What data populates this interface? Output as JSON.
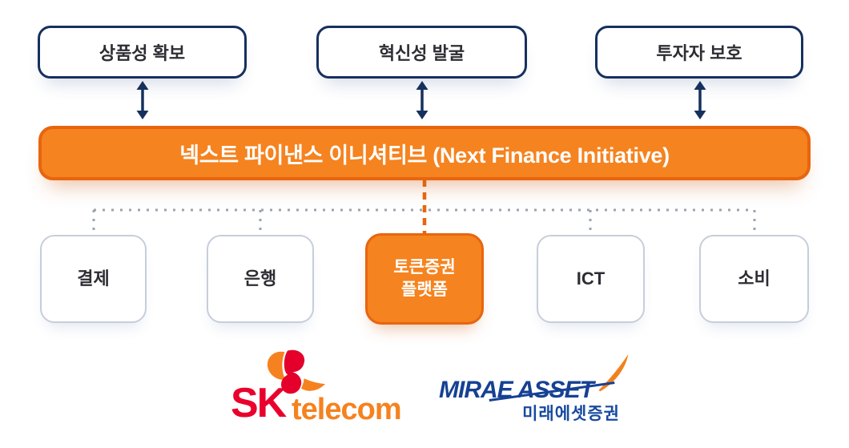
{
  "goals": [
    {
      "label": "상품성 확보"
    },
    {
      "label": "혁신성 발굴"
    },
    {
      "label": "투자자 보호"
    }
  ],
  "banner": {
    "label": "넥스트 파이낸스 이니셔티브 (Next Finance Initiative)"
  },
  "sectors": [
    {
      "label": "결제",
      "highlighted": false
    },
    {
      "label": "은행",
      "highlighted": false
    },
    {
      "label": "토큰증권\n플랫폼",
      "highlighted": true
    },
    {
      "label": "ICT",
      "highlighted": false
    },
    {
      "label": "소비",
      "highlighted": false
    }
  ],
  "logos": {
    "sk_telecom": {
      "sk": "SK",
      "telecom": "telecom"
    },
    "mirae_asset": {
      "en": "MIRAE ASSET",
      "kr": "미래에셋증권"
    }
  },
  "colors": {
    "accent_orange": "#F5831F",
    "accent_orange_dark": "#E8650F",
    "navy": "#16305E",
    "text_dark": "#2D2D33",
    "sk_red": "#EA002C",
    "sk_orange": "#F5821F",
    "mirae_blue": "#164193",
    "box_border_gray": "#C7CDDB",
    "connector_gray": "#9CA3AD"
  }
}
